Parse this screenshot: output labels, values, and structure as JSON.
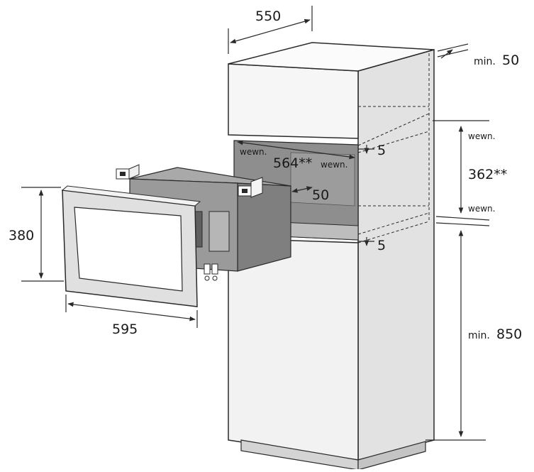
{
  "diagram": {
    "colors": {
      "line": "#2a2a2a",
      "cabinet_light": "#f4f4f4",
      "cabinet_mid": "#e6e6e6",
      "cabinet_dark": "#cfcfcf",
      "niche": "#8e8e8e",
      "oven_body": "#8a8a8a",
      "oven_top": "#a9a9a9",
      "frame": "#d9d9d9"
    },
    "dimensions": {
      "depth": "550",
      "top_gap_prefix": "min.",
      "top_gap_value": "50",
      "niche_width_prefix": "wewn.",
      "niche_width_value": "564**",
      "niche_width_suffix": "wewn.",
      "niche_height_top": "wewn.",
      "niche_height_value": "362**",
      "niche_height_bottom": "wewn.",
      "gap_upper": "5",
      "gap_lower": "5",
      "rear_gap": "50",
      "frame_height": "380",
      "frame_width": "595",
      "floor_height_prefix": "min.",
      "floor_height_value": "850"
    }
  }
}
